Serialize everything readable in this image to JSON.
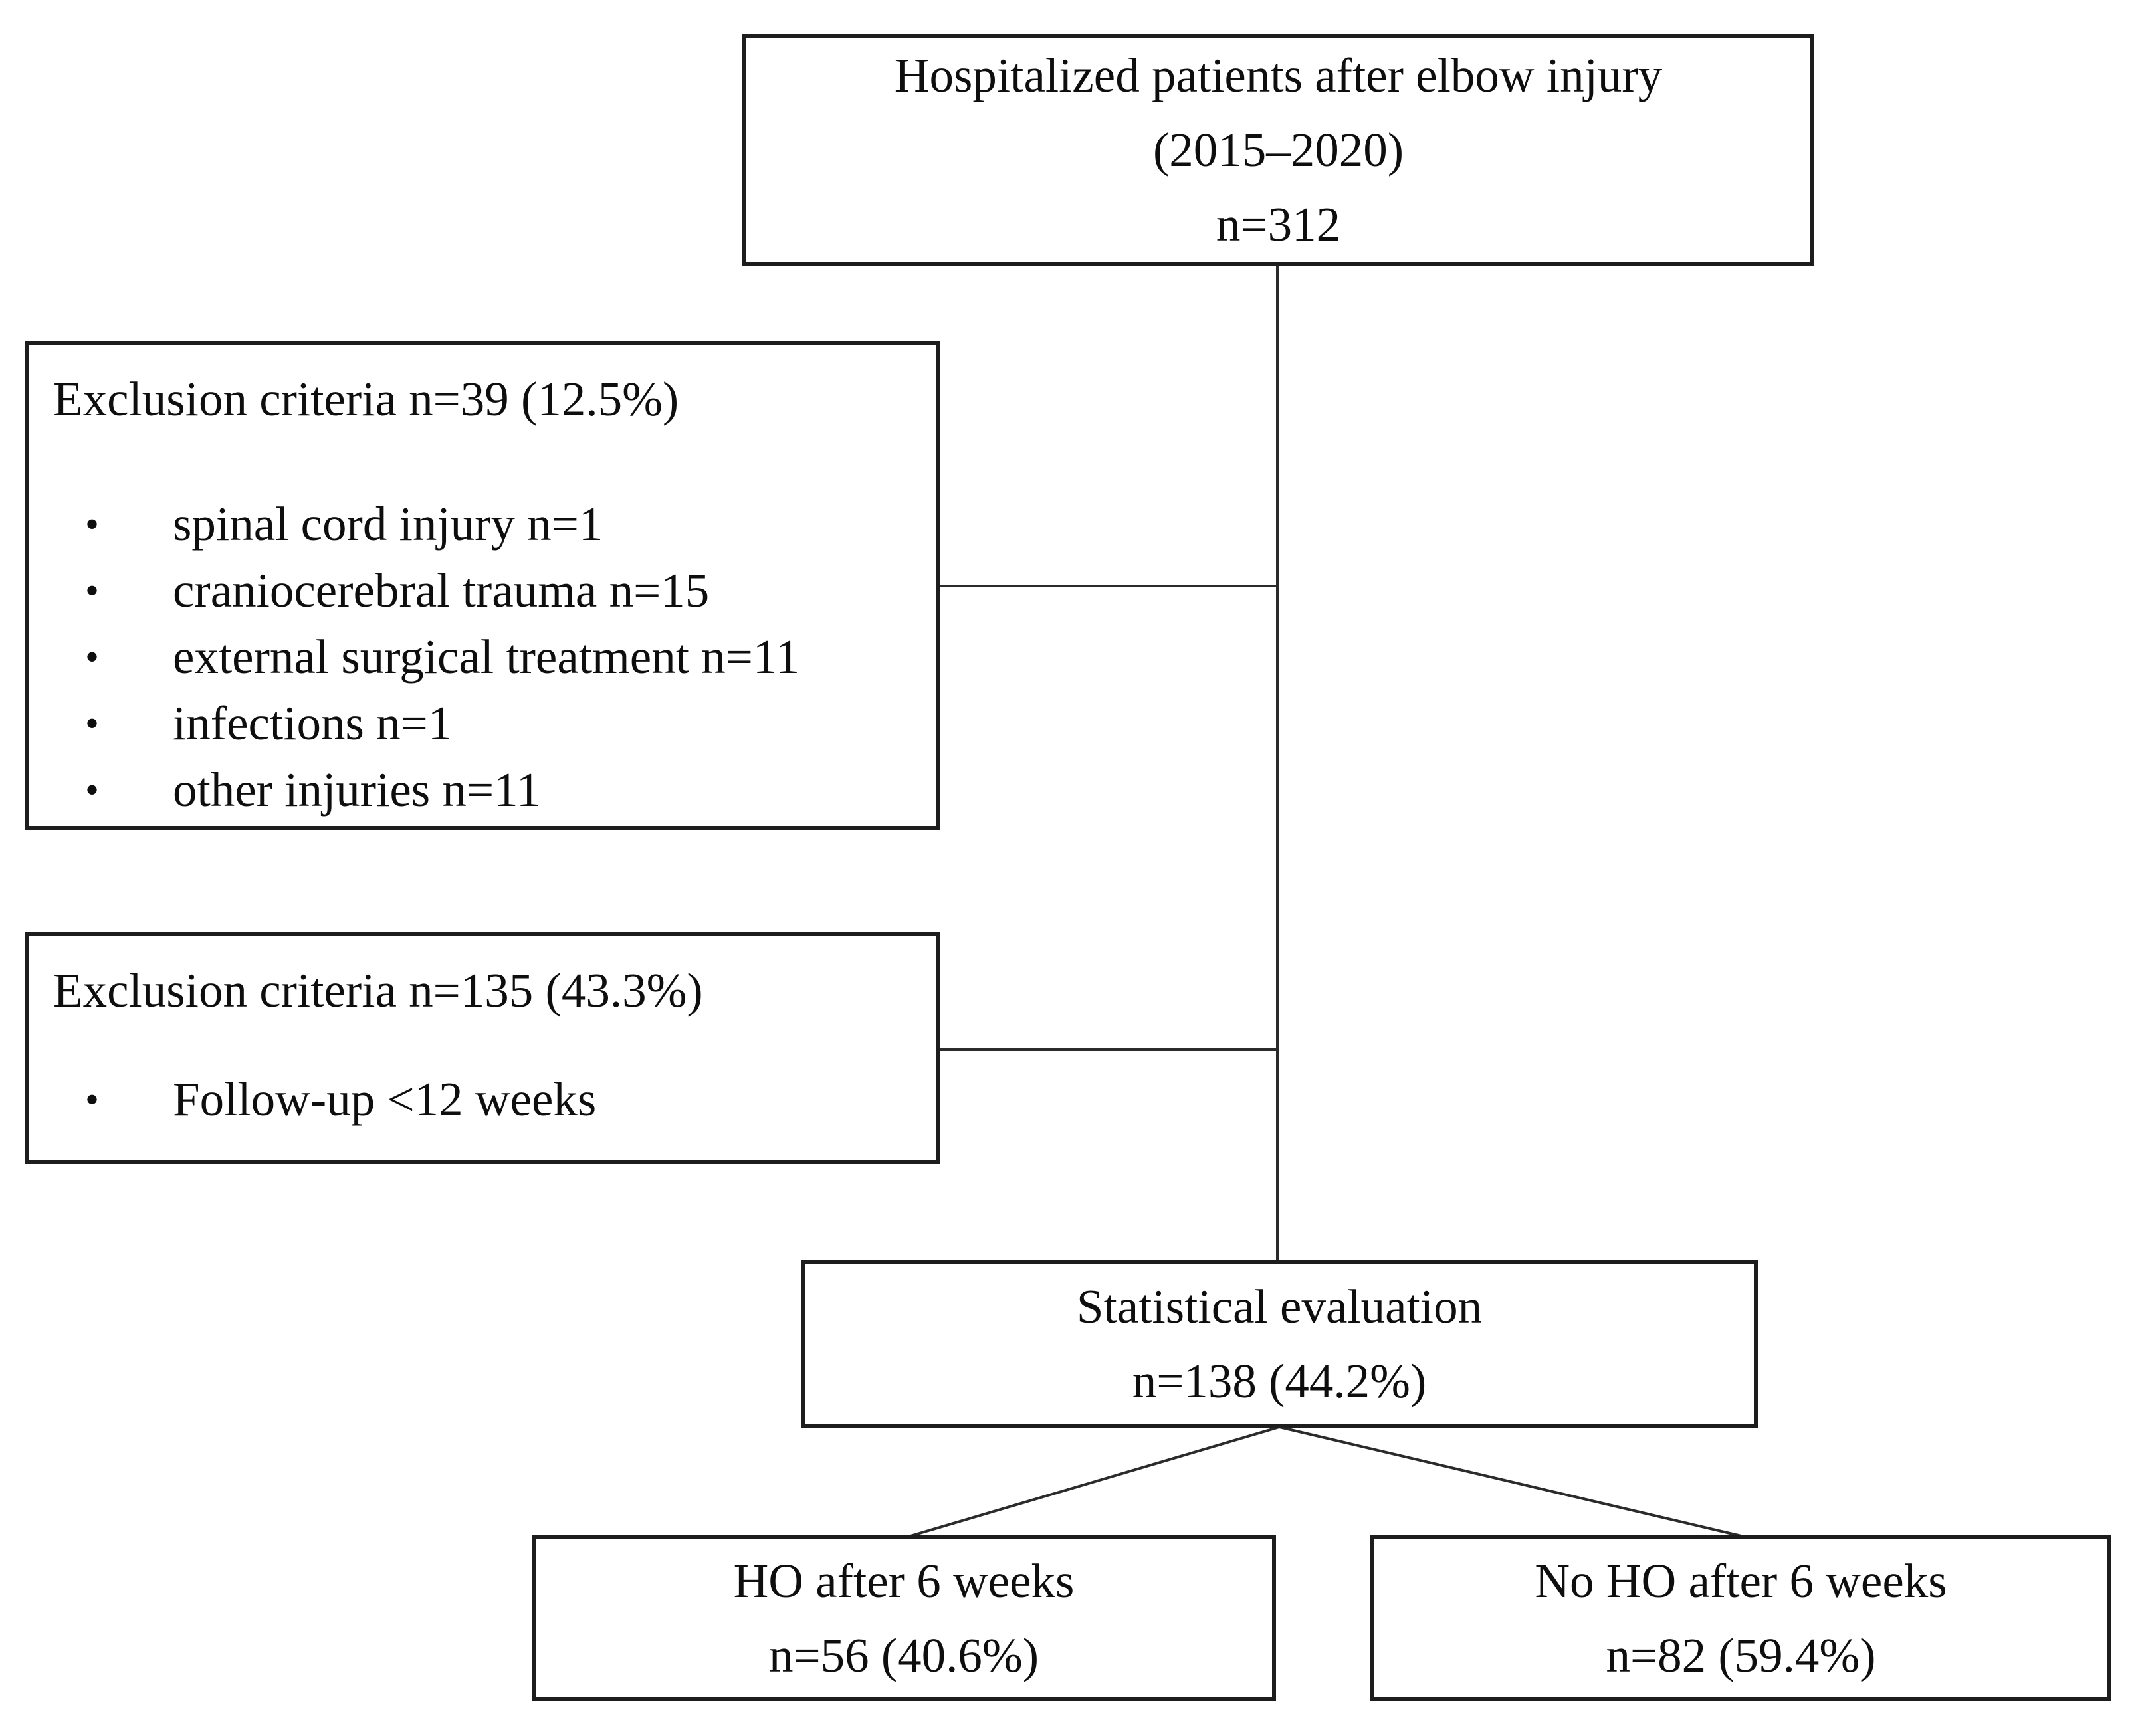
{
  "figure": {
    "type": "patient-flow-diagram",
    "colors": {
      "background": "#ffffff",
      "box_border": "#1d1d1d",
      "text": "#0e0e0e",
      "line": "#2b2b2b"
    },
    "glyphs": {
      "bullet": "•"
    },
    "boxes": {
      "top": {
        "lines": [
          "Hospitalized patients after elbow injury",
          "(2015–2020)",
          "n=312"
        ]
      },
      "exclusion1": {
        "title": "Exclusion criteria n=39 (12.5%)",
        "bullets": [
          "spinal cord injury n=1",
          "craniocerebral trauma n=15",
          "external surgical treatment n=11",
          "infections n=1",
          "other injuries n=11"
        ]
      },
      "exclusion2": {
        "title": "Exclusion criteria n=135 (43.3%)",
        "bullets": [
          "Follow-up <12 weeks"
        ]
      },
      "statistical": {
        "lines": [
          "Statistical evaluation",
          "n=138 (44.2%)"
        ]
      },
      "ho": {
        "lines": [
          "HO after 6 weeks",
          "n=56 (40.6%)"
        ]
      },
      "no_ho": {
        "lines": [
          "No HO after 6 weeks",
          "n=82 (59.4%)"
        ]
      }
    }
  }
}
